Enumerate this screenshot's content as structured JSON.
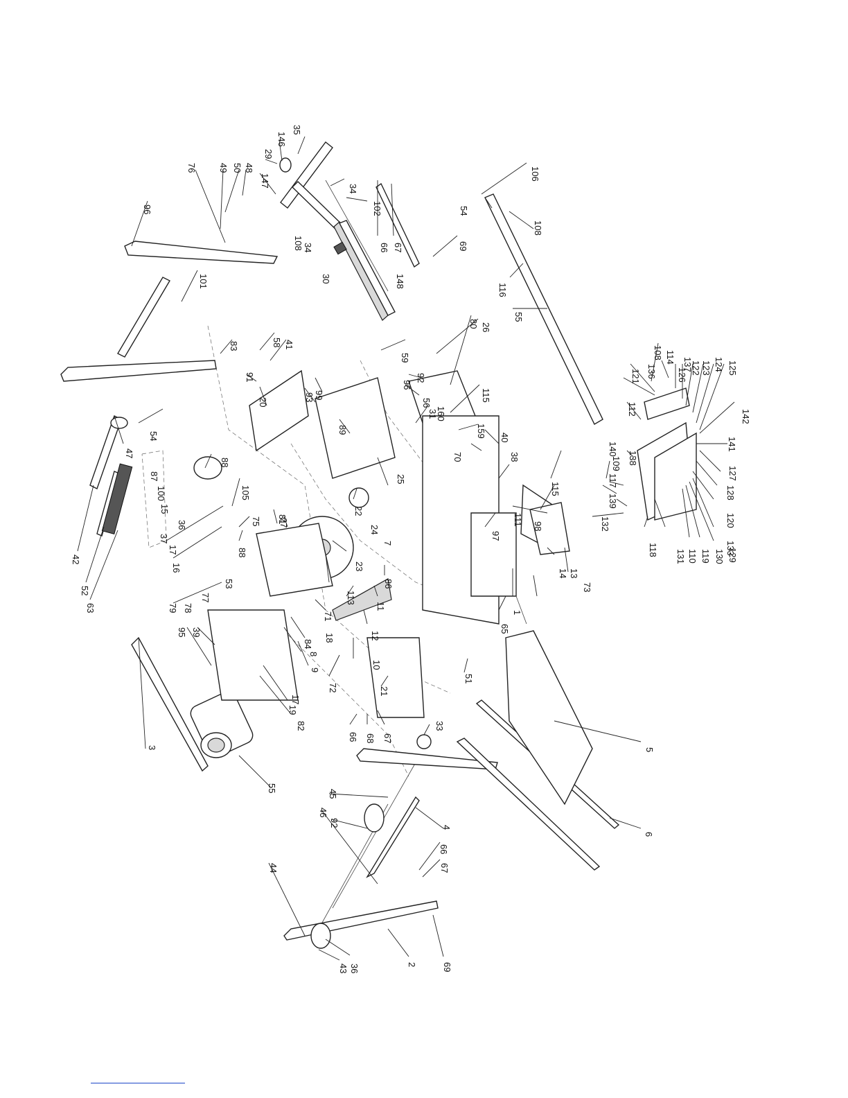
{
  "figure": {
    "type": "exploded parts diagram",
    "callouts": [
      {
        "id": "c1",
        "label": "35"
      },
      {
        "id": "c2",
        "label": "146"
      },
      {
        "id": "c3",
        "label": "29"
      },
      {
        "id": "c4",
        "label": "147"
      },
      {
        "id": "c5",
        "label": "48"
      },
      {
        "id": "c6",
        "label": "50"
      },
      {
        "id": "c7",
        "label": "49"
      },
      {
        "id": "c8",
        "label": "76"
      },
      {
        "id": "c9",
        "label": "96"
      },
      {
        "id": "c10",
        "label": "34"
      },
      {
        "id": "c11",
        "label": "102"
      },
      {
        "id": "c12",
        "label": "66"
      },
      {
        "id": "c13",
        "label": "67"
      },
      {
        "id": "c14",
        "label": "69"
      },
      {
        "id": "c15",
        "label": "108"
      },
      {
        "id": "c16",
        "label": "34"
      },
      {
        "id": "c17",
        "label": "30"
      },
      {
        "id": "c18",
        "label": "148"
      },
      {
        "id": "c19",
        "label": "106"
      },
      {
        "id": "c20",
        "label": "54"
      },
      {
        "id": "c21",
        "label": "108"
      },
      {
        "id": "c22",
        "label": "116"
      },
      {
        "id": "c23",
        "label": "55"
      },
      {
        "id": "c24",
        "label": "101"
      },
      {
        "id": "c25",
        "label": "83"
      },
      {
        "id": "c26",
        "label": "58"
      },
      {
        "id": "c27",
        "label": "41"
      },
      {
        "id": "c28",
        "label": "91"
      },
      {
        "id": "c29",
        "label": "59"
      },
      {
        "id": "c30",
        "label": "26"
      },
      {
        "id": "c31",
        "label": "80"
      },
      {
        "id": "c32",
        "label": "92"
      },
      {
        "id": "c33",
        "label": "96"
      },
      {
        "id": "c34",
        "label": "56"
      },
      {
        "id": "c35",
        "label": "160"
      },
      {
        "id": "c36",
        "label": "115"
      },
      {
        "id": "c37",
        "label": "159"
      },
      {
        "id": "c38",
        "label": "31"
      },
      {
        "id": "c39",
        "label": "93"
      },
      {
        "id": "c40",
        "label": "99"
      },
      {
        "id": "c41",
        "label": "89"
      },
      {
        "id": "c42",
        "label": "20"
      },
      {
        "id": "c43",
        "label": "54"
      },
      {
        "id": "c44",
        "label": "47"
      },
      {
        "id": "c45",
        "label": "42"
      },
      {
        "id": "c46",
        "label": "52"
      },
      {
        "id": "c47",
        "label": "63"
      },
      {
        "id": "c48",
        "label": "87"
      },
      {
        "id": "c49",
        "label": "100"
      },
      {
        "id": "c50",
        "label": "15"
      },
      {
        "id": "c51",
        "label": "36"
      },
      {
        "id": "c52",
        "label": "37"
      },
      {
        "id": "c53",
        "label": "88"
      },
      {
        "id": "c54",
        "label": "105"
      },
      {
        "id": "c55",
        "label": "75"
      },
      {
        "id": "c56",
        "label": "17"
      },
      {
        "id": "c57",
        "label": "16"
      },
      {
        "id": "c58",
        "label": "88"
      },
      {
        "id": "c59",
        "label": "79"
      },
      {
        "id": "c60",
        "label": "78"
      },
      {
        "id": "c61",
        "label": "77"
      },
      {
        "id": "c62",
        "label": "53"
      },
      {
        "id": "c63",
        "label": "27"
      },
      {
        "id": "c64",
        "label": "81"
      },
      {
        "id": "c65",
        "label": "22"
      },
      {
        "id": "c66",
        "label": "24"
      },
      {
        "id": "c67",
        "label": "7"
      },
      {
        "id": "c68",
        "label": "23"
      },
      {
        "id": "c69",
        "label": "25"
      },
      {
        "id": "c70",
        "label": "70"
      },
      {
        "id": "c71",
        "label": "40"
      },
      {
        "id": "c72",
        "label": "38"
      },
      {
        "id": "c73",
        "label": "97"
      },
      {
        "id": "c74",
        "label": "113"
      },
      {
        "id": "c75",
        "label": "71"
      },
      {
        "id": "c76",
        "label": "18"
      },
      {
        "id": "c77",
        "label": "84"
      },
      {
        "id": "c78",
        "label": "8"
      },
      {
        "id": "c79",
        "label": "9"
      },
      {
        "id": "c80",
        "label": "86"
      },
      {
        "id": "c81",
        "label": "11"
      },
      {
        "id": "c82",
        "label": "12"
      },
      {
        "id": "c83",
        "label": "10"
      },
      {
        "id": "c84",
        "label": "72"
      },
      {
        "id": "c85",
        "label": "21"
      },
      {
        "id": "c86",
        "label": "51"
      },
      {
        "id": "c87",
        "label": "65"
      },
      {
        "id": "c88",
        "label": "1"
      },
      {
        "id": "c89",
        "label": "98"
      },
      {
        "id": "c90",
        "label": "115"
      },
      {
        "id": "c91",
        "label": "111"
      },
      {
        "id": "c92",
        "label": "73"
      },
      {
        "id": "c93",
        "label": "13"
      },
      {
        "id": "c94",
        "label": "14"
      },
      {
        "id": "c95",
        "label": "95"
      },
      {
        "id": "c96",
        "label": "39"
      },
      {
        "id": "c97",
        "label": "3"
      },
      {
        "id": "c98",
        "label": "19"
      },
      {
        "id": "c99",
        "label": "17"
      },
      {
        "id": "c100",
        "label": "82"
      },
      {
        "id": "c101",
        "label": "55"
      },
      {
        "id": "c102",
        "label": "66"
      },
      {
        "id": "c103",
        "label": "68"
      },
      {
        "id": "c104",
        "label": "67"
      },
      {
        "id": "c105",
        "label": "33"
      },
      {
        "id": "c106",
        "label": "5"
      },
      {
        "id": "c107",
        "label": "6"
      },
      {
        "id": "c108",
        "label": "45"
      },
      {
        "id": "c109",
        "label": "46"
      },
      {
        "id": "c110",
        "label": "92"
      },
      {
        "id": "c111",
        "label": "4"
      },
      {
        "id": "c112",
        "label": "66"
      },
      {
        "id": "c113",
        "label": "67"
      },
      {
        "id": "c114",
        "label": "44"
      },
      {
        "id": "c115",
        "label": "36"
      },
      {
        "id": "c116",
        "label": "43"
      },
      {
        "id": "c117",
        "label": "2"
      },
      {
        "id": "c118",
        "label": "69"
      },
      {
        "id": "c119",
        "label": "108"
      },
      {
        "id": "c120",
        "label": "114"
      },
      {
        "id": "c121",
        "label": "136"
      },
      {
        "id": "c122",
        "label": "121"
      },
      {
        "id": "c123",
        "label": "137"
      },
      {
        "id": "c124",
        "label": "126"
      },
      {
        "id": "c125",
        "label": "122"
      },
      {
        "id": "c126",
        "label": "123"
      },
      {
        "id": "c127",
        "label": "124"
      },
      {
        "id": "c128",
        "label": "125"
      },
      {
        "id": "c129",
        "label": "142"
      },
      {
        "id": "c130",
        "label": "112"
      },
      {
        "id": "c131",
        "label": "141"
      },
      {
        "id": "c132",
        "label": "140"
      },
      {
        "id": "c133",
        "label": "138"
      },
      {
        "id": "c134",
        "label": "109"
      },
      {
        "id": "c135",
        "label": "117"
      },
      {
        "id": "c136",
        "label": "139"
      },
      {
        "id": "c137",
        "label": "132"
      },
      {
        "id": "c138",
        "label": "127"
      },
      {
        "id": "c139",
        "label": "128"
      },
      {
        "id": "c140",
        "label": "120"
      },
      {
        "id": "c141",
        "label": "133"
      },
      {
        "id": "c142",
        "label": "129"
      },
      {
        "id": "c143",
        "label": "130"
      },
      {
        "id": "c144",
        "label": "119"
      },
      {
        "id": "c145",
        "label": "110"
      },
      {
        "id": "c146",
        "label": "131"
      },
      {
        "id": "c147",
        "label": "118"
      }
    ]
  },
  "colors": {
    "line": "#222222",
    "paper": "#ffffff",
    "link_underline": "#1a44c8"
  }
}
